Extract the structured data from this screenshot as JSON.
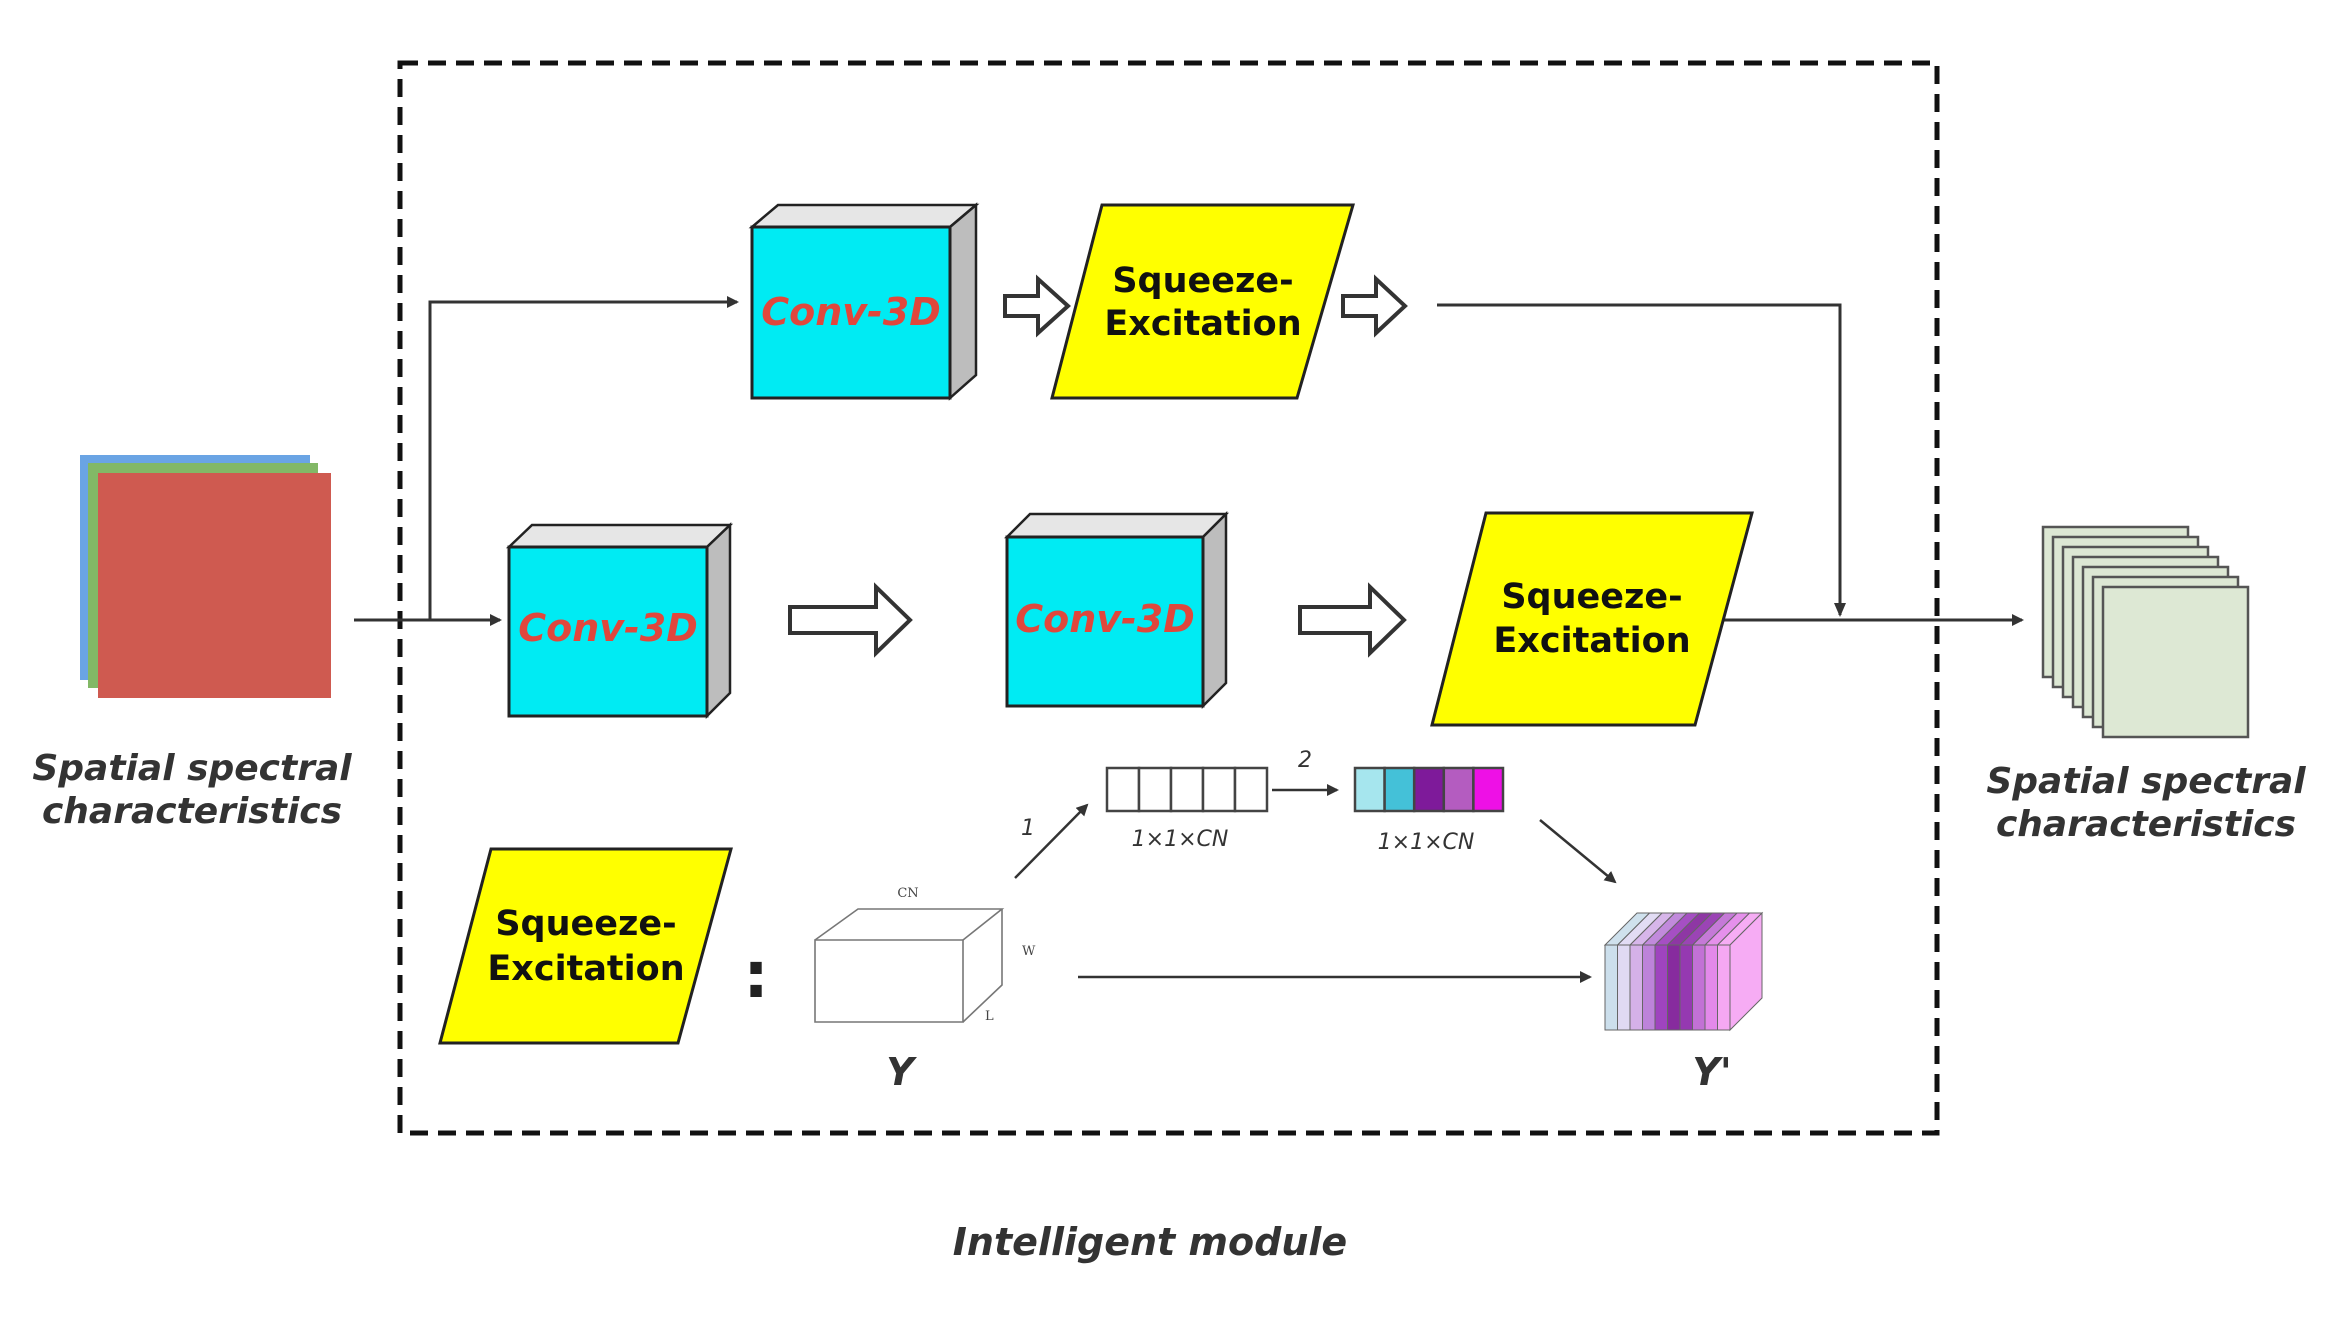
{
  "input": {
    "caption_line1": "Spatial spectral",
    "caption_line2": "characteristics",
    "layer_colors": [
      "#6aa4e4",
      "#82b866",
      "#cf5a50"
    ]
  },
  "output": {
    "caption_line1": "Spatial spectral",
    "caption_line2": "characteristics",
    "layer_color": "#dde8d4"
  },
  "module": {
    "title": "Intelligent module"
  },
  "top_branch": {
    "conv_label": "Conv-3D",
    "se_line1": "Squeeze-",
    "se_line2": "Excitation"
  },
  "middle_branch": {
    "conv1_label": "Conv-3D",
    "conv2_label": "Conv-3D",
    "se_line1": "Squeeze-",
    "se_line2": "Excitation"
  },
  "se_detail": {
    "se_line1": "Squeeze-",
    "se_line2": "Excitation",
    "separator": ":",
    "cube_labels": {
      "top": "CN",
      "right": "W",
      "bottom": "L"
    },
    "tensor_in_label": "Y",
    "tensor_out_label": "Y'",
    "step1_label": "1",
    "step2_label": "2",
    "vector1_label": "1×1×CN",
    "vector2_label": "1×1×CN",
    "vector2_colors": [
      "#a6e6ee",
      "#44c1d8",
      "#7e1a9a",
      "#b45cc0",
      "#ee10e6"
    ],
    "out_slice_colors": [
      "#c7dcea",
      "#ddd6f2",
      "#d0a9e6",
      "#b675d6",
      "#9530b8",
      "#7a1494",
      "#8a23a8",
      "#bb62d0",
      "#e07ce8",
      "#f49ef2"
    ]
  },
  "colors": {
    "conv_face": "#00ebf3",
    "se_fill": "#ffff00",
    "conv_text": "#e0473c"
  }
}
